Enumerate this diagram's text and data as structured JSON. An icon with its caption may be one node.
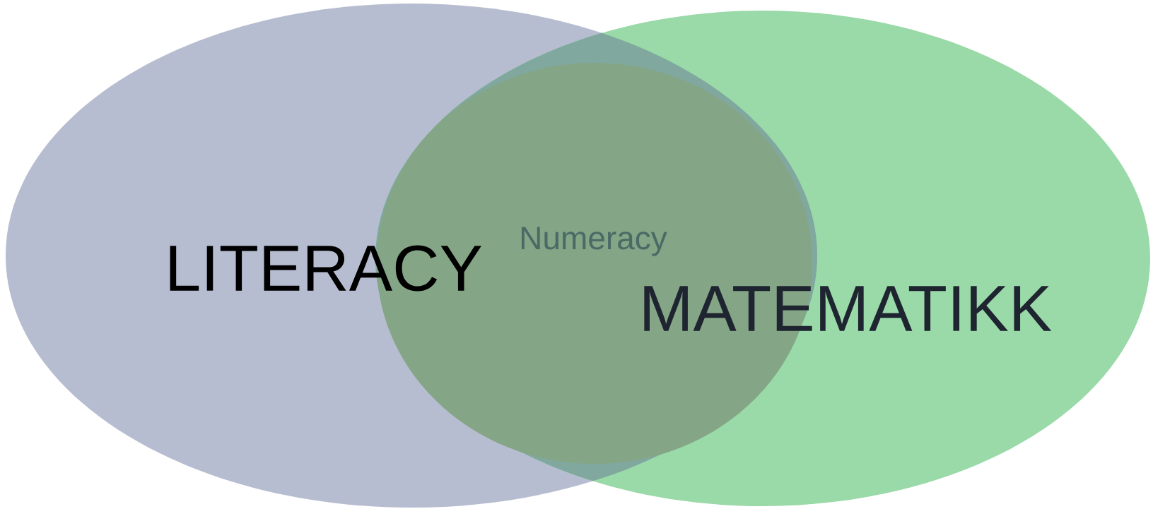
{
  "diagram": {
    "nodes": [
      {
        "text": [
          "LITERACY"
        ]
      },
      {
        "text": [
          "Numeracy"
        ]
      },
      {
        "text": [
          "MATEMATIKK"
        ]
      }
    ]
  }
}
